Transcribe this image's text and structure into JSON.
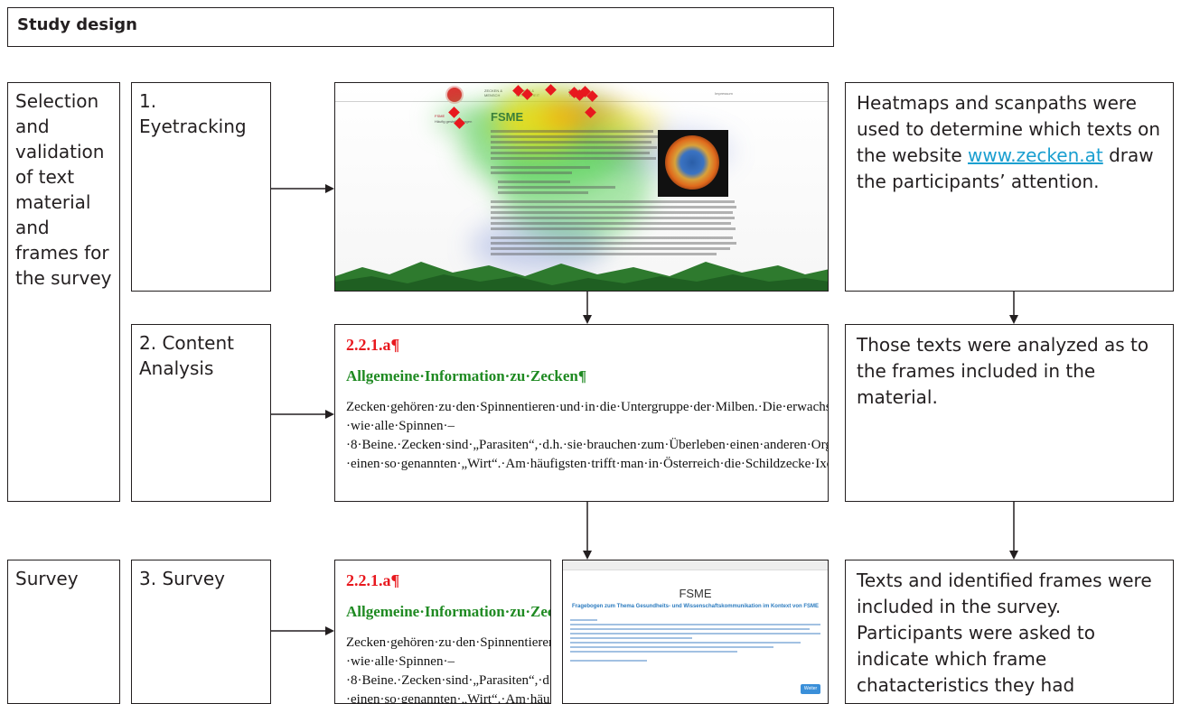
{
  "title": "Study design",
  "phases": {
    "selection": "Selection and validation of text material and frames for the survey",
    "survey": "Survey"
  },
  "steps": {
    "eyetracking": "1. Eyetracking",
    "content_analysis": "2. Content Analysis",
    "survey": "3. Survey"
  },
  "descriptions": {
    "eyetracking_pre": "Heatmaps and scanpaths were used to determine which texts on the website ",
    "eyetracking_link": "www.zecken.at",
    "eyetracking_post": " draw the participants’ attention.",
    "content_analysis": "Those texts were analyzed as to the frames included in the material.",
    "survey": "Texts and identified frames were included in the survey. Participants were asked to indicate which frame chatacteristics they had perceived in the text."
  },
  "heatmap_page": {
    "page_title": "FSME",
    "nav_1": "ZECKEN & MENSCH",
    "nav_2": "ZECKEN & GESUNDHEIT",
    "nav_3": "ZECKE & TIERE",
    "nav_right": "Impressum",
    "side_1": "FSME",
    "side_2": "Häufig gestellte Fragen"
  },
  "document": {
    "number": "2.2.1.a¶",
    "heading": "Allgemeine·Information·zu·Zecken¶",
    "body": "Zecken·gehören·zu·den·Spinnentieren·und·in·die·Untergruppe·der·Milben.·Die·erwachsene·Zecke·hat·daher·–·wie·alle·Spinnen·–·8·Beine.·Zecken·sind·„Parasiten“,·d.h.·sie·brauchen·zum·Überleben·einen·anderen·Organismus·–·einen·so·genannten·„Wirt“.·Am·häufigsten·trifft·man·in·Österreich·die·Schildzecke·Ixodes·ricinus·an.·Diese·wird·auch·„gemeiner·Holzbock“·genannt·und·ist·mit·rund·95·Prozent·die·häufigste·Art·in·unseren·Breiten.·Liegen·die·Temperaturen·unter·fünf·bis·sieben·Grad·Celsius,·werden·die·Zecken·inaktiv.·Dann·sind·sie·nicht·mehr·auf·Grashalmen,·sondern·unter·einer·feuchten·Laubdecke·zu·finden.¶"
  },
  "survey_page": {
    "title": "FSME",
    "subtitle": "Fragebogen zum Thema Gesundheits- und Wissenschaftskommunikation im Kontext von FSME",
    "button": "Weiter"
  }
}
